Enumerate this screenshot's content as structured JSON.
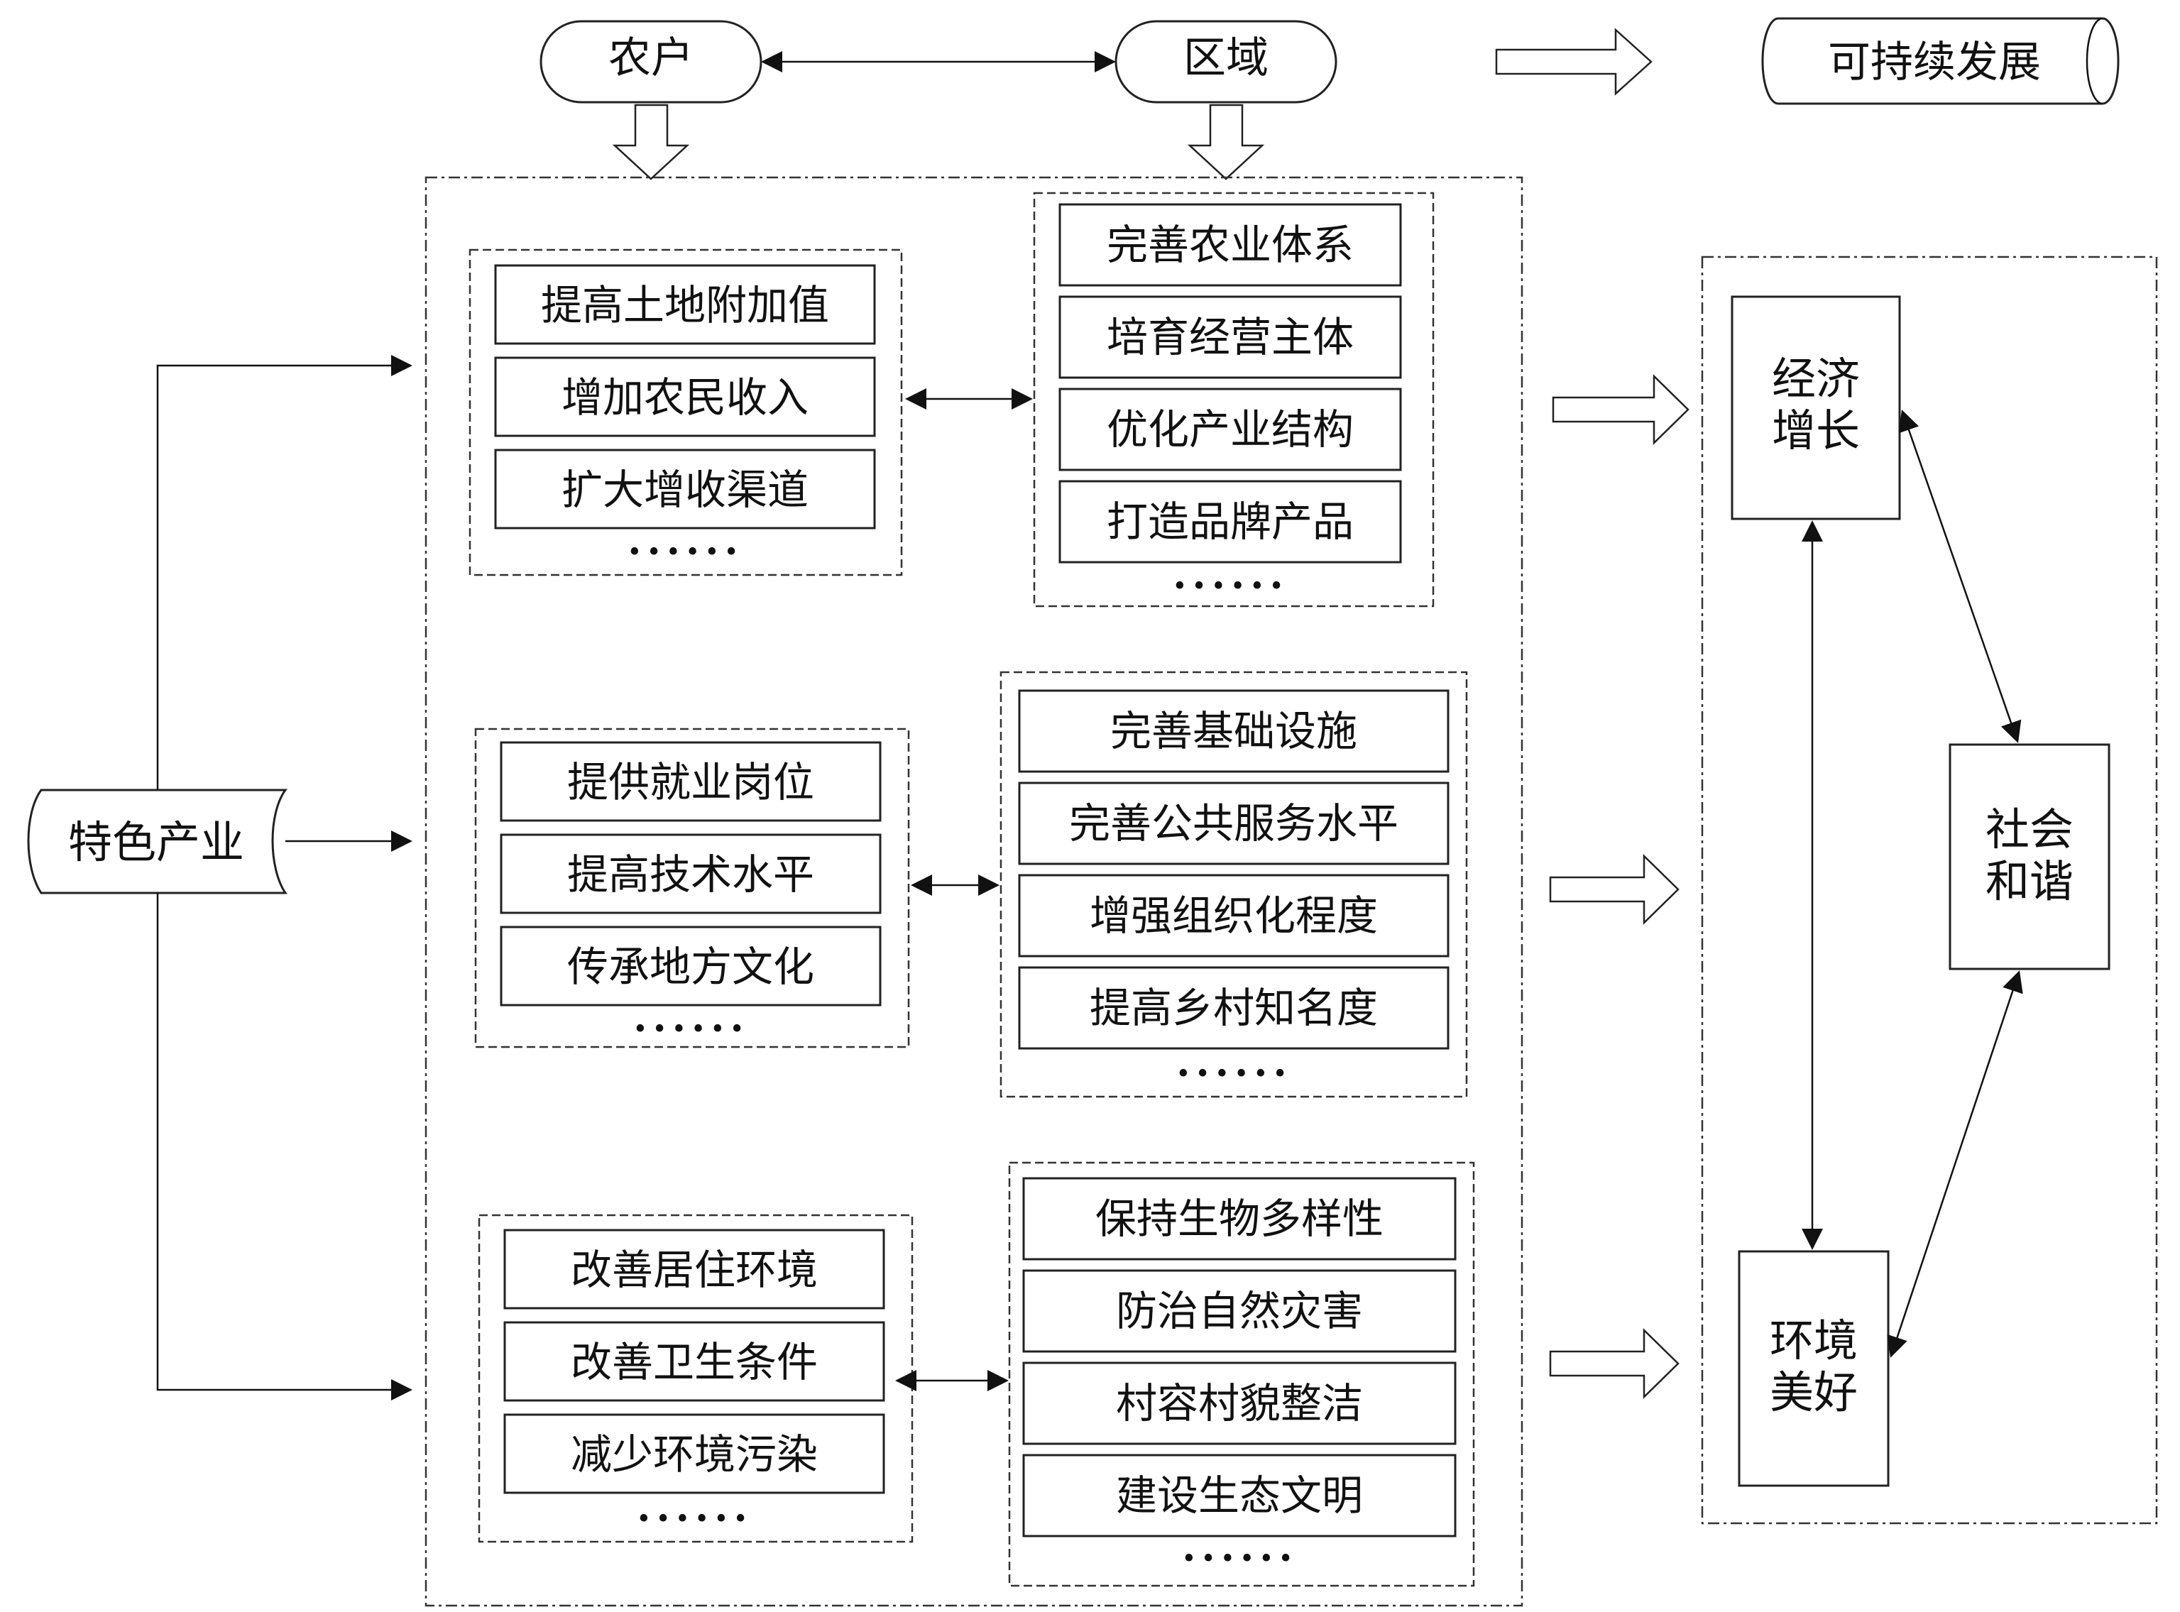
{
  "top": {
    "farmer": "农户",
    "region": "区域",
    "sustainable": "可持续发展"
  },
  "industry": "特色产业",
  "groups": [
    {
      "left": [
        "提高土地附加值",
        "增加农民收入",
        "扩大增收渠道"
      ],
      "right": [
        "完善农业体系",
        "培育经营主体",
        "优化产业结构",
        "打造品牌产品"
      ]
    },
    {
      "left": [
        "提供就业岗位",
        "提高技术水平",
        "传承地方文化"
      ],
      "right": [
        "完善基础设施",
        "完善公共服务水平",
        "增强组织化程度",
        "提高乡村知名度"
      ]
    },
    {
      "left": [
        "改善居住环境",
        "改善卫生条件",
        "减少环境污染"
      ],
      "right": [
        "保持生物多样性",
        "防治自然灾害",
        "村容村貌整洁",
        "建设生态文明"
      ]
    }
  ],
  "ellipsis": "••••••",
  "outcomes": {
    "economy": [
      "经济",
      "增长"
    ],
    "society": [
      "社会",
      "和谐"
    ],
    "environment": [
      "环境",
      "美好"
    ]
  }
}
